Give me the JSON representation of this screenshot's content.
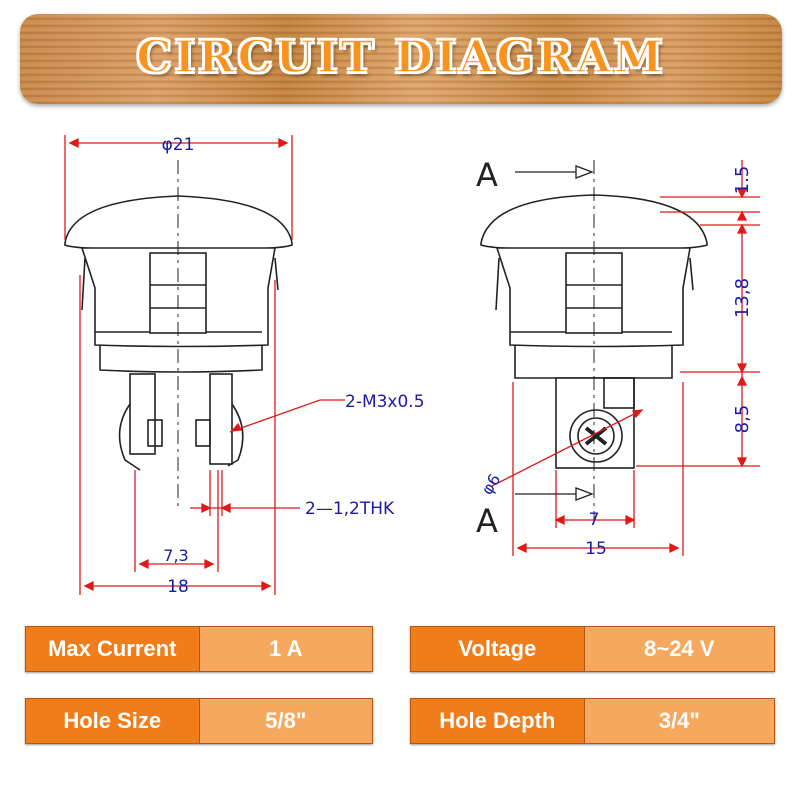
{
  "banner": {
    "title": "CIRCUIT DIAGRAM"
  },
  "left_view": {
    "dims": {
      "phi21": "φ21",
      "m3": "2-M3x0.5",
      "thk": "2—1,2THK",
      "d73": "7,3",
      "d18": "18"
    }
  },
  "right_view": {
    "section_top": "A",
    "section_bottom": "A",
    "dims": {
      "d15_top": "1.5",
      "d138": "13,8",
      "d85": "8,5",
      "phi6": "φ6",
      "d7": "7",
      "d15": "15"
    }
  },
  "specs": [
    {
      "label": "Max Current",
      "value": "1 A"
    },
    {
      "label": "Voltage",
      "value": "8~24 V"
    },
    {
      "label": "Hole Size",
      "value": "5/8\""
    },
    {
      "label": "Hole Depth",
      "value": "3/4\""
    }
  ],
  "colors": {
    "dimension_line": "#e01818",
    "dimension_text": "#1a1aa8",
    "spec_label": "#f07d1a",
    "spec_value": "#f6a85e"
  }
}
